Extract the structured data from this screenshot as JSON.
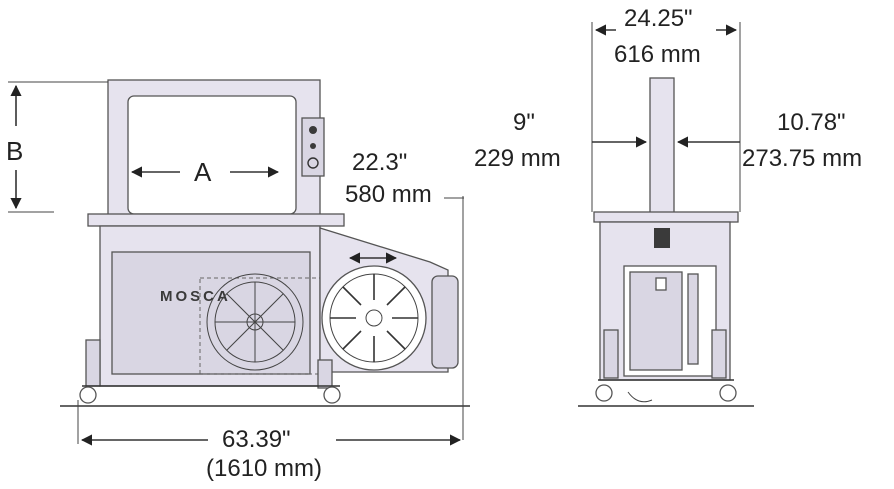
{
  "labels": {
    "dim_b": "B",
    "dim_a": "A",
    "width_in": "22.3\"",
    "width_mm": "580 mm",
    "length_in": "63.39\"",
    "length_mm": "(1610 mm)",
    "top_in": "24.25\"",
    "top_mm": "616 mm",
    "left_in": "9\"",
    "left_mm": "229 mm",
    "right_in": "10.78\"",
    "right_mm": "273.75 mm",
    "brand": "MOSCA"
  },
  "colors": {
    "machine_body": "#e6e3ee",
    "machine_shade": "#d9d6e3",
    "lines": "#333333"
  },
  "icons": {
    "arrow": "arrowhead",
    "reel": "strap-reel-icon",
    "caster": "caster-wheel-icon"
  }
}
